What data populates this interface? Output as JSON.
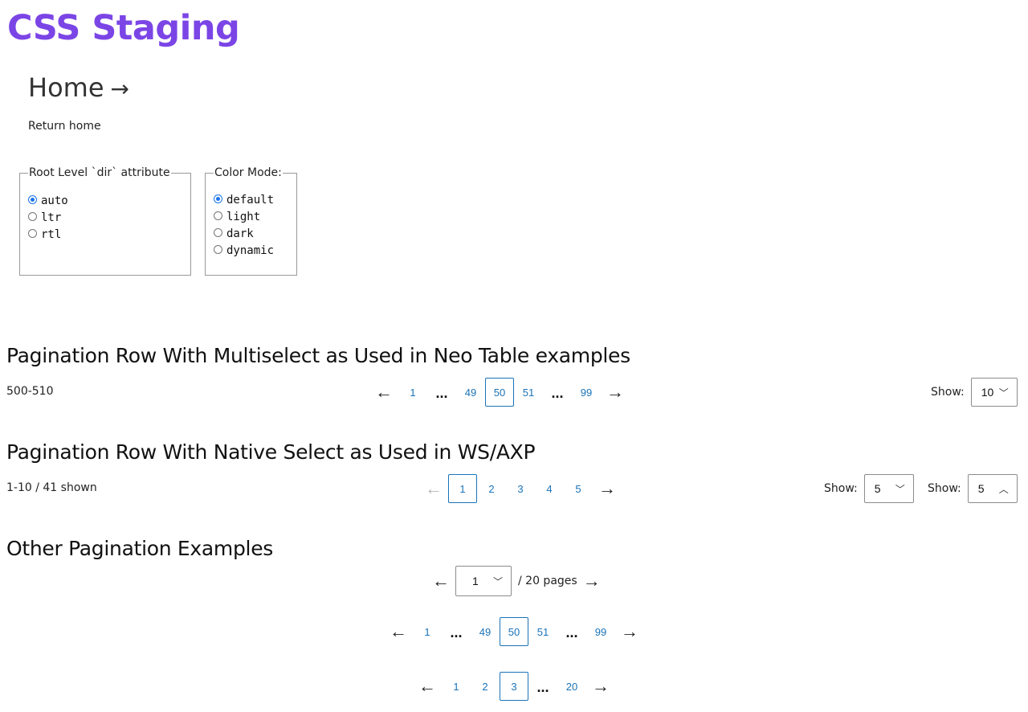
{
  "site": {
    "title": "CSS Staging"
  },
  "home": {
    "link_label": "Home",
    "arrow": "→",
    "description": "Return home"
  },
  "dir_fieldset": {
    "legend": "Root Level `dir` attribute",
    "options": [
      {
        "label": "auto",
        "checked": true
      },
      {
        "label": "ltr",
        "checked": false
      },
      {
        "label": "rtl",
        "checked": false
      }
    ]
  },
  "color_fieldset": {
    "legend": "Color Mode:",
    "options": [
      {
        "label": "default",
        "checked": true
      },
      {
        "label": "light",
        "checked": false
      },
      {
        "label": "dark",
        "checked": false
      },
      {
        "label": "dynamic",
        "checked": false
      }
    ]
  },
  "section1": {
    "heading": "Pagination Row With Multiselect as Used in Neo Table examples",
    "range_text": "500-510",
    "pages": [
      "1",
      "...",
      "49",
      "50",
      "51",
      "...",
      "99"
    ],
    "current": "50",
    "show_label": "Show:",
    "show_value": "10"
  },
  "section2": {
    "heading": "Pagination Row With Native Select as Used in WS/AXP",
    "range_text": "1-10 / 41 shown",
    "pages": [
      "1",
      "2",
      "3",
      "4",
      "5"
    ],
    "current": "1",
    "show_label_1": "Show:",
    "show_value_1": "5",
    "show_label_2": "Show:",
    "show_value_2": "5"
  },
  "section3": {
    "heading": "Other Pagination Examples",
    "page_select_value": "1",
    "pages_total_text": "/ 20 pages",
    "pager2_pages": [
      "1",
      "...",
      "49",
      "50",
      "51",
      "...",
      "99"
    ],
    "pager2_current": "50",
    "pager3_pages": [
      "1",
      "2",
      "3",
      "...",
      "20"
    ],
    "pager3_current": "3"
  },
  "icons": {
    "prev": "←",
    "next": "→",
    "chevron_down": "﹀",
    "chevron_up": "︿"
  },
  "colors": {
    "brand": "#7b45e6",
    "link": "#1a73b8",
    "radio_accent": "#1a73e8"
  }
}
